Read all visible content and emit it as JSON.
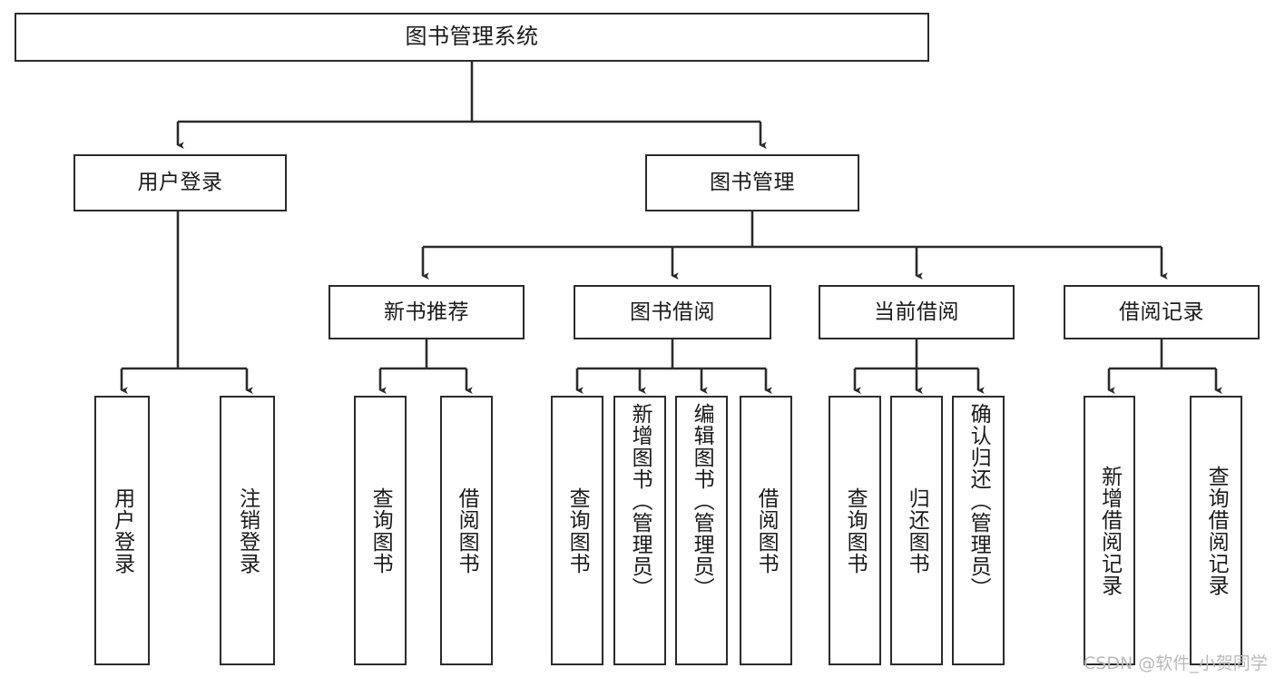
{
  "diagram": {
    "type": "tree",
    "title": "图书管理系统",
    "orientation": "top-down",
    "colors": {
      "box_border": "#2b2b2b",
      "box_fill": "#ffffff",
      "edge": "#2b2b2b",
      "text": "#1a1a1a",
      "watermark": "#b9b9b9"
    }
  },
  "root": {
    "label": "图书管理系统"
  },
  "level2": [
    {
      "label": "用户登录"
    },
    {
      "label": "图书管理"
    }
  ],
  "level3": [
    {
      "label": "新书推荐"
    },
    {
      "label": "图书借阅"
    },
    {
      "label": "当前借阅"
    },
    {
      "label": "借阅记录"
    }
  ],
  "leaves": {
    "user_login": [
      {
        "label": "用户登录"
      },
      {
        "label": "注销登录"
      }
    ],
    "new_book_recommend": [
      {
        "label": "查询图书"
      },
      {
        "label": "借阅图书"
      }
    ],
    "book_borrow": [
      {
        "label": "查询图书"
      },
      {
        "label": "新增图书（管理员）"
      },
      {
        "label": "编辑图书（管理员）"
      },
      {
        "label": "借阅图书"
      }
    ],
    "current_borrow": [
      {
        "label": "查询图书"
      },
      {
        "label": "归还图书"
      },
      {
        "label": "确认归还（管理员）"
      }
    ],
    "borrow_record": [
      {
        "label": "新增借阅记录"
      },
      {
        "label": "查询借阅记录"
      }
    ]
  },
  "watermark": {
    "text": "CSDN @软件_小贺同学"
  }
}
